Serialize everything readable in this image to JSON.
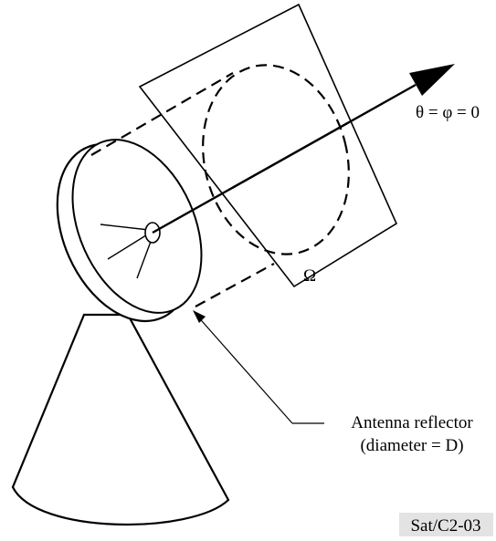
{
  "labels": {
    "axis": "θ = φ = 0",
    "solid_angle": "Ω",
    "reflector_line1": "Antenna reflector",
    "reflector_line2": "(diameter = D)",
    "figure_id": "Sat/C2-03"
  },
  "colors": {
    "ink": "#000000",
    "background": "#ffffff",
    "figure_id_background": "#e3e3e3"
  }
}
